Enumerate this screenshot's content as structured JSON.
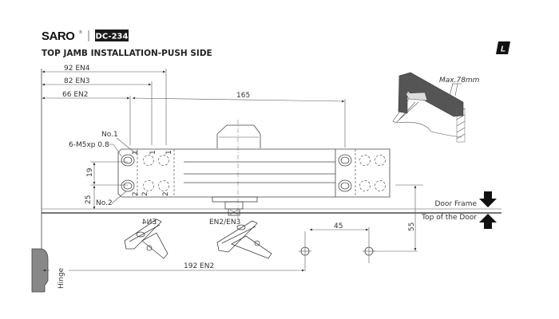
{
  "header": {
    "brand": "SARO",
    "registered": "®",
    "model": "DC-234",
    "title": "TOP JAMB INSTALLATION-PUSH SIDE",
    "side_badge": "L"
  },
  "dimensions": {
    "en4": "92 EN4",
    "en3": "82 EN3",
    "en2": "66 EN2",
    "length": "165",
    "hole_spacing": "19",
    "offset": "25",
    "arm_spacing": "45",
    "arm_height": "55",
    "arm_distance": "192  EN2",
    "max_depth": "Max.78mm"
  },
  "labels": {
    "no1": "No.1",
    "screw": "6-M5xp 0.8",
    "no2": "No.2",
    "hole_num_1": "1",
    "hole_num_2": "2",
    "arm_en4": "EN4",
    "arm_en2_en3": "EN2/EN3",
    "door_frame": "Door Frame",
    "top_of_door": "Top of the Door",
    "hinge": "Hinge"
  }
}
